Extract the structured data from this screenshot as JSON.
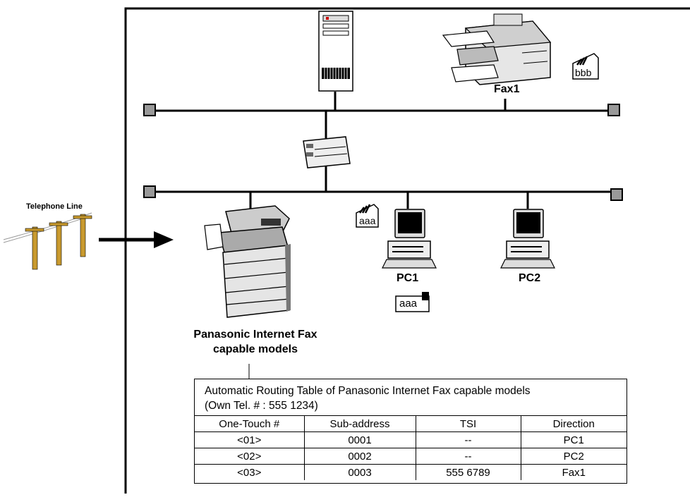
{
  "labels": {
    "telephone_line": "Telephone Line",
    "fax1": "Fax1",
    "pc1": "PC1",
    "pc2": "PC2",
    "mfp_line1": "Panasonic Internet Fax",
    "mfp_line2": "capable models",
    "doc_aaa_1": "aaa",
    "doc_aaa_2": "aaa",
    "doc_bbb": "bbb"
  },
  "routing_table": {
    "title_line1": "Automatic Routing Table of Panasonic Internet Fax capable models",
    "title_line2": "(Own Tel. # : 555 1234)",
    "headers": [
      "One-Touch #",
      "Sub-address",
      "TSI",
      "Direction"
    ],
    "rows": [
      [
        "<01>",
        "0001",
        "--",
        "PC1"
      ],
      [
        "<02>",
        "0002",
        "--",
        "PC2"
      ],
      [
        "<03>",
        "0003",
        "555 6789",
        "Fax1"
      ]
    ]
  }
}
